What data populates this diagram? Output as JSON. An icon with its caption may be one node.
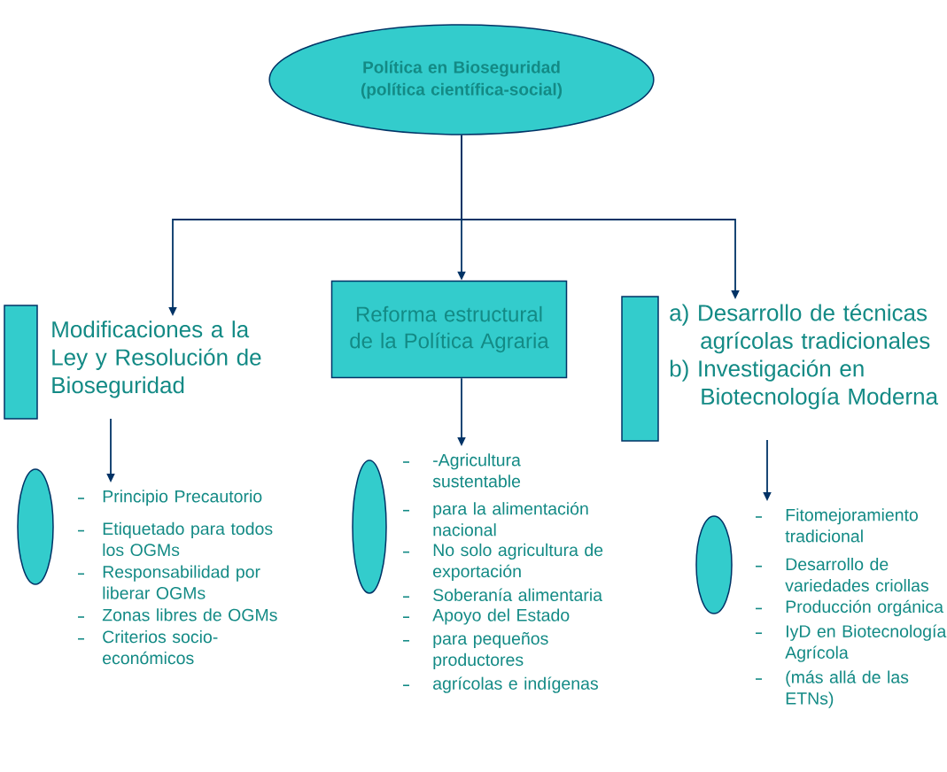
{
  "diagram": {
    "nodes": [
      {
        "text": [
          "Política en Bioseguridad (política científica-social)"
        ]
      },
      {
        "text": [
          "Modificaciones a la Ley y Resolución de Bioseguridad"
        ]
      },
      {
        "text": [
          "Reforma estructural de la Política Agraria"
        ]
      },
      {
        "text": [
          "a) Desarrollo de técnicas agrícolas tradicionales",
          "b) Investigación en Biotecnología Moderna"
        ]
      },
      {
        "text": [],
        "shape": "ellipse"
      },
      {
        "text": [
          "Principio Precautorio",
          "Etiquetado para todos los OGMs",
          "Responsabilidad por liberar OGMs",
          "Zonas libres de OGMs",
          "Criterios socio-económicos"
        ]
      },
      {
        "text": [],
        "shape": "ellipse"
      },
      {
        "text": [
          "-Agricultura sustentable",
          "para la alimentación nacional",
          "No solo agricultura de exportación",
          "Soberanía alimentaria",
          "Apoyo del Estado",
          "para pequeños productores",
          "agrícolas e indígenas"
        ]
      },
      {
        "text": [],
        "shape": "ellipse"
      },
      {
        "text": [
          "Fitomejoramiento tradicional",
          "Desarrollo de variedades criollas",
          "Producción orgánica",
          "IyD en Biotecnología Agrícola",
          "(más allá de las ETNs)"
        ]
      }
    ],
    "edges": [
      {
        "from": 0,
        "to": 1,
        "arrow": "to"
      },
      {
        "from": 0,
        "to": 2,
        "arrow": "to"
      },
      {
        "from": 0,
        "to": 3,
        "arrow": "to"
      },
      {
        "from": 1,
        "to": 5,
        "arrow": "to"
      },
      {
        "from": 2,
        "to": 7,
        "arrow": "to"
      },
      {
        "from": 3,
        "to": 9,
        "arrow": "to"
      }
    ]
  }
}
